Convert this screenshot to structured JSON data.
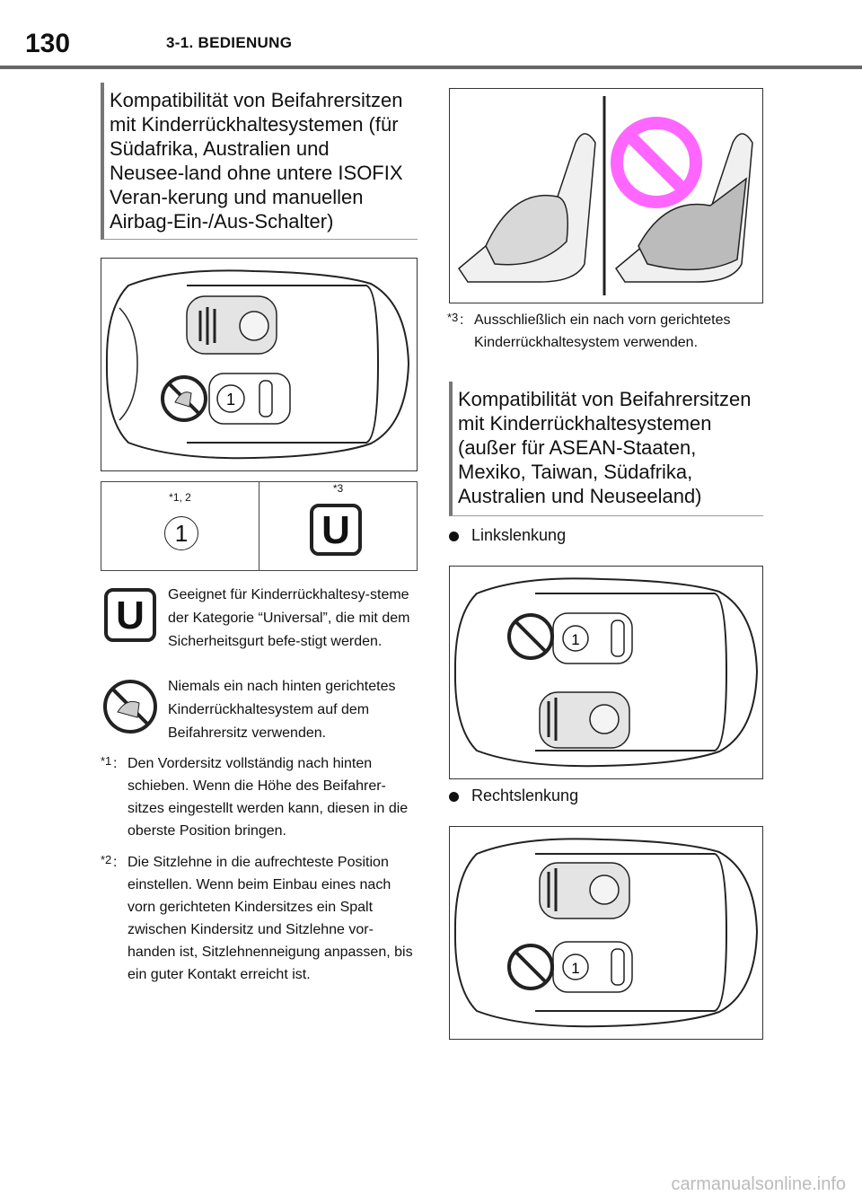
{
  "header": {
    "page_number": "130",
    "section": "3-1. BEDIENUNG"
  },
  "left": {
    "heading": "Kompatibilität von Beifahrersitzen mit Kinderrückhaltesystemen (für Südafrika, Australien und Neusee-land ohne untere ISOFIX Veran-kerung und manuellen Airbag-Ein-/Aus-Schalter)",
    "fig_label": "1",
    "table": {
      "col1_ref": "*1, 2",
      "col1_symbol": "1",
      "col2_ref": "*3",
      "col2_symbol": "U"
    },
    "legend_u_symbol": "U",
    "legend_u": "Geeignet für Kinderrückhaltesy-steme der Kategorie “Universal”, die mit dem Sicherheitsgurt befe-stigt werden.",
    "legend_no": "Niemals ein nach hinten gerichtetes Kinderrückhaltesystem auf dem Beifahrersitz verwenden.",
    "fn1_mark": "*1",
    "fn1": "Den Vordersitz vollständig nach hinten schieben. Wenn die Höhe des Beifahrer-sitzes eingestellt werden kann, diesen in die oberste Position bringen.",
    "fn2_mark": "*2",
    "fn2": "Die Sitzlehne in die aufrechteste Position einstellen. Wenn beim Einbau eines nach vorn gerichteten Kindersitzes ein Spalt zwischen Kindersitz und Sitzlehne vor-handen ist, Sitzlehnenneigung anpassen, bis ein guter Kontakt erreicht ist."
  },
  "right": {
    "fn3_mark": "*3",
    "fn3": "Ausschließlich ein nach vorn gerichtetes Kinderrückhaltesystem verwenden.",
    "heading": "Kompatibilität von Beifahrersitzen mit Kinderrückhaltesystemen (außer für ASEAN-Staaten, Mexiko, Taiwan, Südafrika, Australien und Neuseeland)",
    "bullet_lhd": "Linkslenkung",
    "bullet_rhd": "Rechtslenkung",
    "fig_label": "1"
  },
  "watermark": "carmanualsonline.info",
  "colors": {
    "prohibit": "#ff66ff",
    "rule": "#666666"
  }
}
